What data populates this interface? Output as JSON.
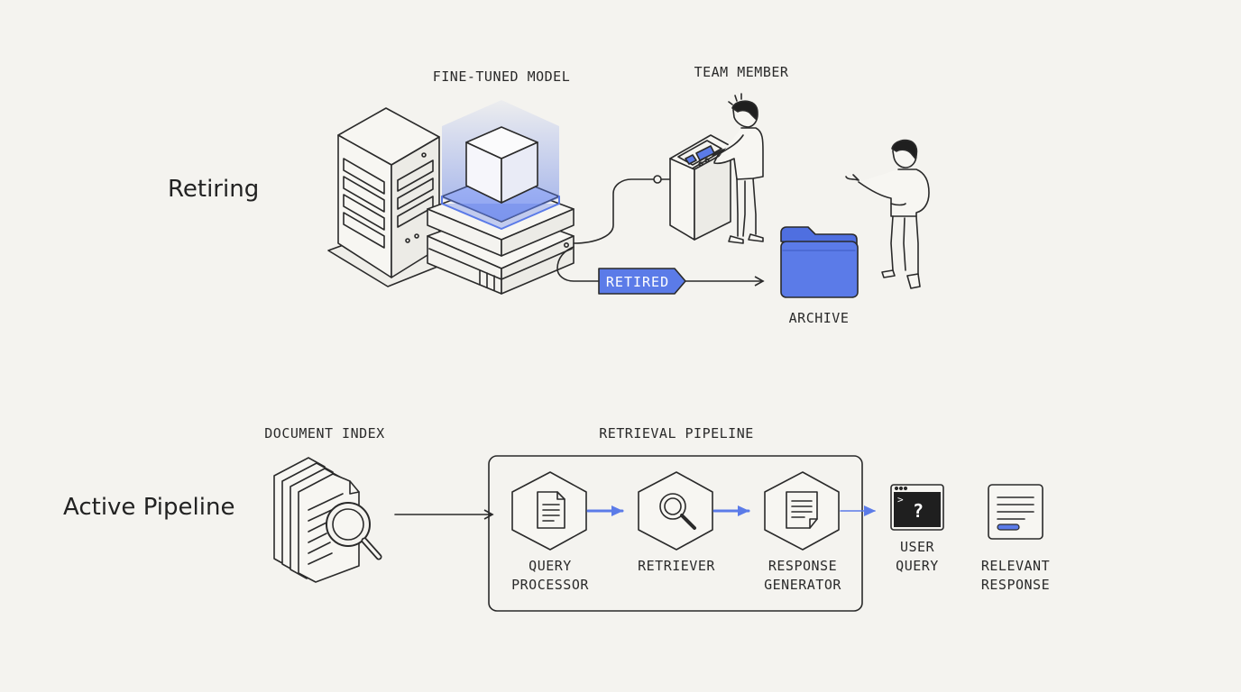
{
  "sections": {
    "retiring": "Retiring",
    "active": "Active Pipeline"
  },
  "labels": {
    "fine_tuned_model": "FINE-TUNED MODEL",
    "team_member": "TEAM MEMBER",
    "retired_tag": "RETIRED",
    "archive": "ARCHIVE",
    "document_index": "DOCUMENT INDEX",
    "retrieval_pipeline": "RETRIEVAL PIPELINE",
    "query_processor": [
      "QUERY",
      "PROCESSOR"
    ],
    "retriever": "RETRIEVER",
    "response_generator": [
      "RESPONSE",
      "GENERATOR"
    ],
    "user_query": [
      "USER",
      "QUERY"
    ],
    "relevant_response": [
      "RELEVANT",
      "RESPONSE"
    ],
    "terminal_prompt": ">",
    "terminal_glyph": "?"
  },
  "colors": {
    "accent": "#5b7be8",
    "accent_light": "#c9d3fb",
    "ink": "#2a2a2a",
    "background": "#f4f3ef"
  }
}
